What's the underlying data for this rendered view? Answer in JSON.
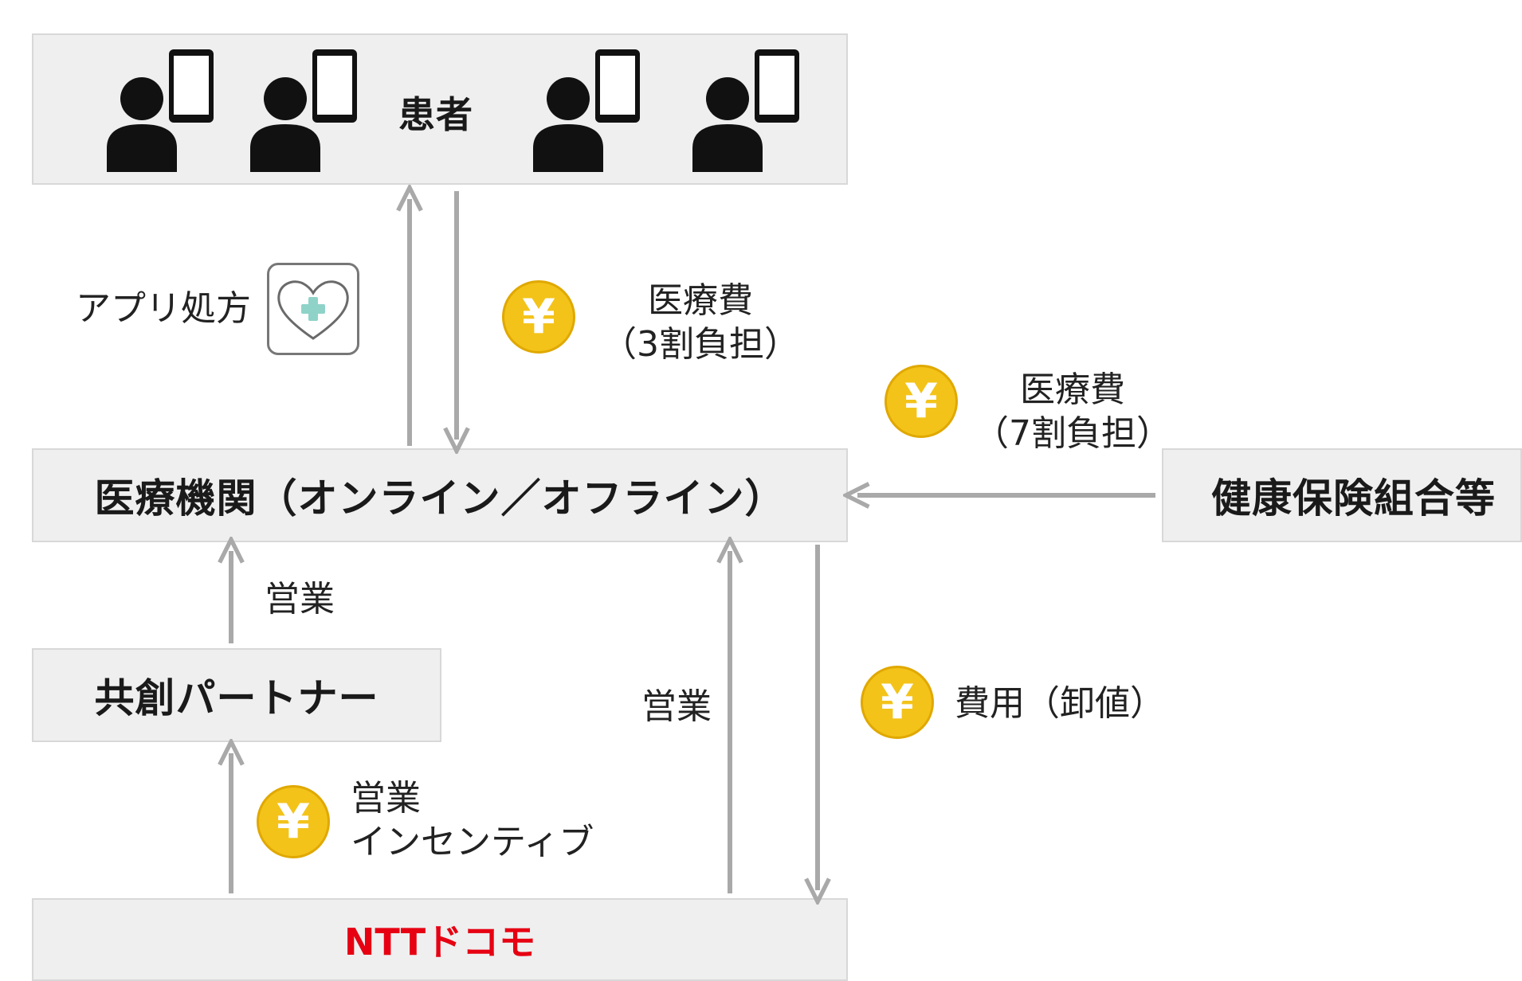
{
  "nodes": {
    "patients": "患者",
    "institution": "医療機関（オンライン／オフライン）",
    "insurance": "健康保険組合等",
    "partner": "共創パートナー",
    "docomo": "NTTドコモ"
  },
  "flows": {
    "app_prescription": "アプリ処方",
    "medical_fee_patient_line1": "医療費",
    "medical_fee_patient_line2": "（3割負担）",
    "medical_fee_insurance_line1": "医療費",
    "medical_fee_insurance_line2": "（7割負担）",
    "sales_to_institution": "営業",
    "sales_docomo_to_institution": "営業",
    "wholesale_fee": "費用（卸値）",
    "incentive_line1": "営業",
    "incentive_line2": "インセンティブ"
  },
  "icons": {
    "yen_symbol": "¥",
    "yen_color": "#f3c31a",
    "arrow_color": "#a9a9a9",
    "docomo_color": "#e60012",
    "app_icon": "heart-plus-icon",
    "patient_icon": "person-with-smartphone-icon"
  }
}
